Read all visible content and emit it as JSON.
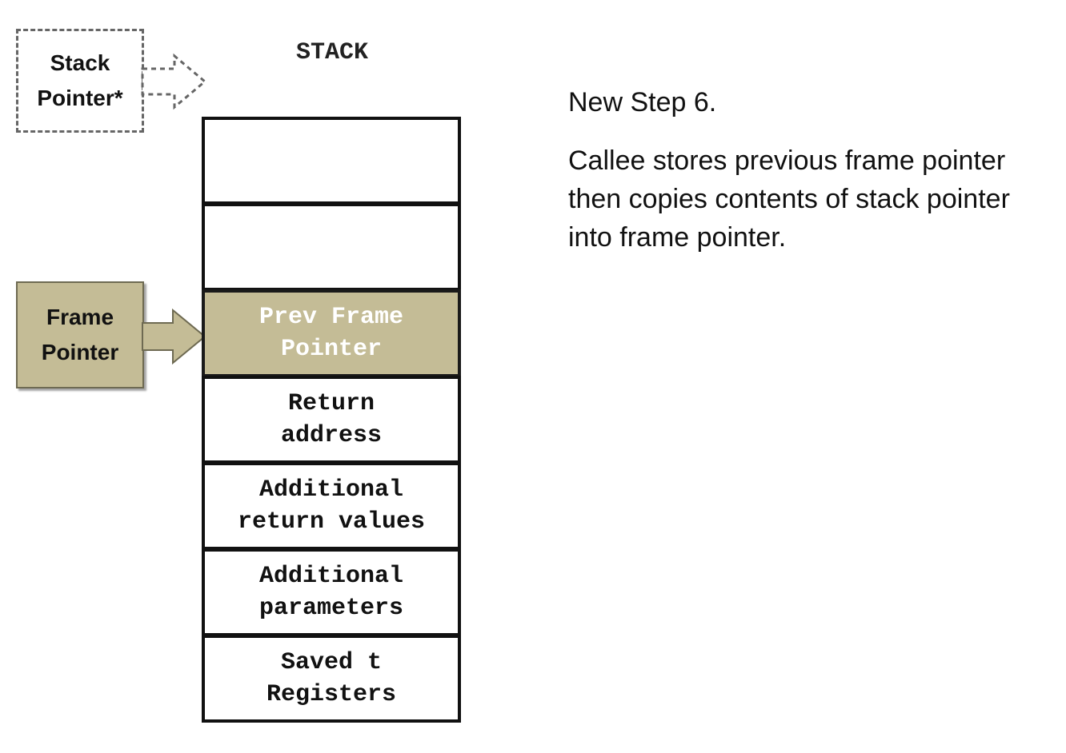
{
  "stack_title": "STACK",
  "stack_pointer_label": "Stack\nPointer*",
  "frame_pointer_label": "Frame\nPointer",
  "slots": [
    {
      "text": ""
    },
    {
      "text": ""
    },
    {
      "text": "Prev Frame\nPointer"
    },
    {
      "text": "Return\naddress"
    },
    {
      "text": "Additional\nreturn values"
    },
    {
      "text": "Additional\nparameters"
    },
    {
      "text": "Saved t\nRegisters"
    }
  ],
  "step_title": "New Step 6.",
  "step_description": "Callee stores previous  frame pointer then copies contents of stack pointer into frame pointer.",
  "colors": {
    "highlight": "#c4bc96",
    "highlight_text": "#ffffff",
    "border": "#111111",
    "dashed": "#666666"
  },
  "icons": {
    "stack_pointer_arrow": "dashed-right-arrow-icon",
    "frame_pointer_arrow": "right-block-arrow-icon"
  }
}
